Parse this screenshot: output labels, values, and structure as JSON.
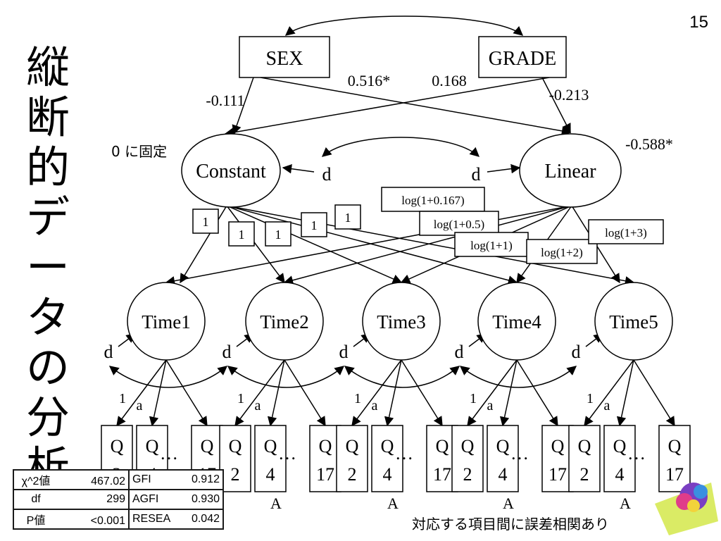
{
  "slide_number": "15",
  "title_chars": [
    "縦",
    "断",
    "的",
    "デ",
    "ー",
    "タ",
    "の",
    "分",
    "析"
  ],
  "nodes": {
    "sex": "SEX",
    "grade": "GRADE",
    "constant": "Constant",
    "linear": "Linear",
    "times": [
      "Time1",
      "Time2",
      "Time3",
      "Time4",
      "Time5"
    ]
  },
  "fixed_label": "0 に固定",
  "coefficients": {
    "sex_constant": "-0.111",
    "sex_linear": "0.516*",
    "grade_constant": "0.168",
    "grade_linear": "-0.213",
    "linear_variance": "-0.588*"
  },
  "constant_loadings": [
    "1",
    "1",
    "1",
    "1",
    "1"
  ],
  "linear_loadings": [
    "log(1+0.167)",
    "log(1+0.5)",
    "log(1+1)",
    "log(1+2)",
    "log(1+3)"
  ],
  "disturbance_label": "d",
  "item_loading_fixed": "1",
  "item_loading_free": "a",
  "item_labels": [
    "Q 2",
    "Q 4",
    "Q 17"
  ],
  "ellipsis": "…",
  "item_error_label": "A",
  "fit_stats": [
    {
      "label": "χ^2値",
      "value": "467.02",
      "label2": "GFI",
      "value2": "0.912"
    },
    {
      "label": "df",
      "value": "299",
      "label2": "AGFI",
      "value2": "0.930"
    },
    {
      "label": "P値",
      "value": "<0.001",
      "label2": "RESEA",
      "value2": "0.042"
    }
  ],
  "note": "対応する項目間に誤差相関あり"
}
